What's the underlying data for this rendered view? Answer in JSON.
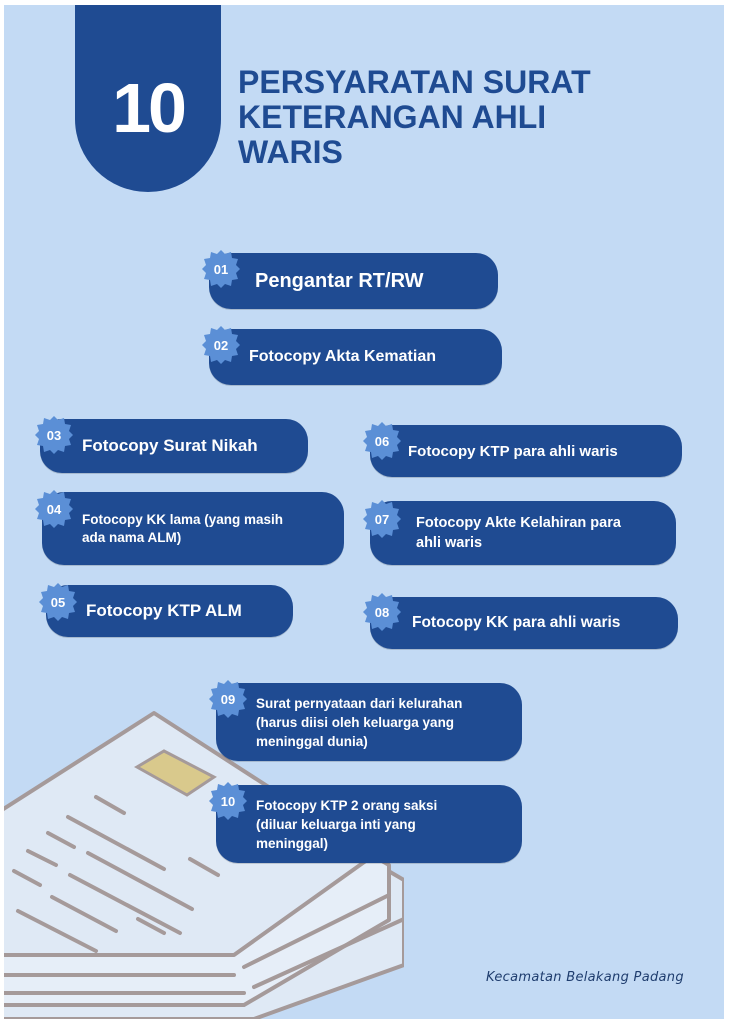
{
  "header": {
    "number": "10",
    "title_lines": [
      "PERSYARATAN SURAT",
      "KETERANGAN AHLI",
      "WARIS"
    ]
  },
  "items": [
    {
      "num": "01",
      "lines": [
        "Pengantar RT/RW"
      ]
    },
    {
      "num": "02",
      "lines": [
        "Fotocopy Akta Kematian"
      ]
    },
    {
      "num": "03",
      "lines": [
        "Fotocopy Surat Nikah"
      ]
    },
    {
      "num": "04",
      "lines": [
        "Fotocopy KK lama (yang masih",
        "ada nama ALM)"
      ]
    },
    {
      "num": "05",
      "lines": [
        "Fotocopy KTP ALM"
      ]
    },
    {
      "num": "06",
      "lines": [
        "Fotocopy KTP para ahli waris"
      ]
    },
    {
      "num": "07",
      "lines": [
        "Fotocopy Akte Kelahiran para",
        "ahli waris"
      ]
    },
    {
      "num": "08",
      "lines": [
        "Fotocopy KK para ahli waris"
      ]
    },
    {
      "num": "09",
      "lines": [
        "Surat pernyataan dari kelurahan",
        "(harus diisi oleh keluarga yang",
        "meninggal dunia)"
      ]
    },
    {
      "num": "10",
      "lines": [
        "Fotocopy KTP 2 orang saksi",
        "(diluar keluarga inti yang",
        "meninggal)"
      ]
    }
  ],
  "footer": {
    "text": "Kecamatan Belakang Padang"
  },
  "colors": {
    "background": "#c3daf4",
    "primary": "#1f4b92",
    "badge": "#5b8fd6",
    "paper": "#dfe9f5",
    "paper_outline": "#a59a9a",
    "highlight": "#d9c98c"
  }
}
